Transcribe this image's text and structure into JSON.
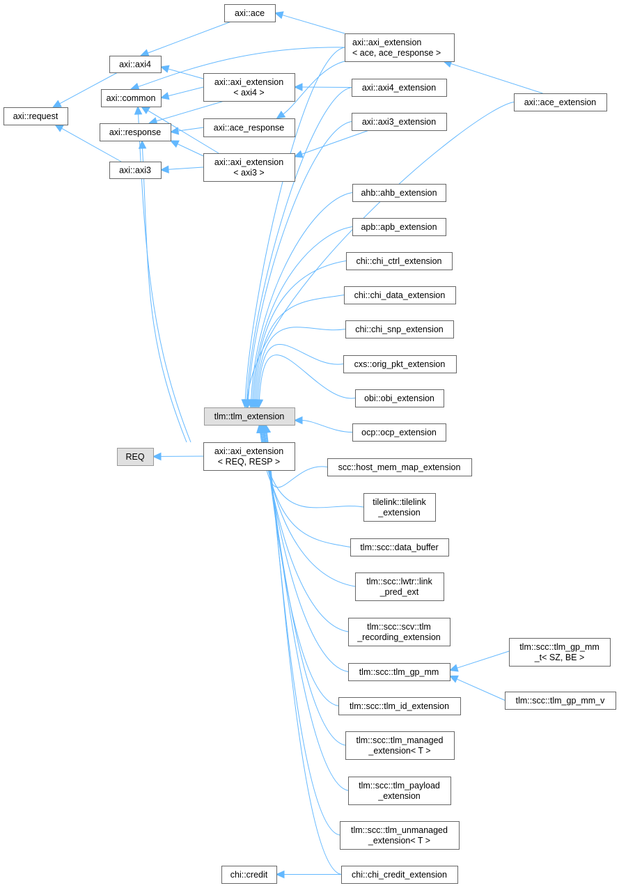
{
  "diagram": {
    "type": "inheritance-graph",
    "edge_color": "#63b8ff",
    "highlight_fill": "#e0e0e0",
    "nodes": [
      {
        "id": "request",
        "lines": [
          "axi::request"
        ],
        "style": "plain"
      },
      {
        "id": "axi4",
        "lines": [
          "axi::axi4"
        ],
        "style": "plain"
      },
      {
        "id": "common",
        "lines": [
          "axi::common"
        ],
        "style": "plain"
      },
      {
        "id": "response",
        "lines": [
          "axi::response"
        ],
        "style": "plain"
      },
      {
        "id": "axi3",
        "lines": [
          "axi::axi3"
        ],
        "style": "plain"
      },
      {
        "id": "ace",
        "lines": [
          "axi::ace"
        ],
        "style": "plain"
      },
      {
        "id": "ext_axi4",
        "lines": [
          "axi::axi_extension",
          "< axi4 >"
        ],
        "style": "plain"
      },
      {
        "id": "ace_response",
        "lines": [
          "axi::ace_response"
        ],
        "style": "plain"
      },
      {
        "id": "ext_axi3",
        "lines": [
          "axi::axi_extension",
          "< axi3 >"
        ],
        "style": "plain"
      },
      {
        "id": "ext_ace",
        "lines": [
          "axi::axi_extension",
          "< ace, ace_response >"
        ],
        "style": "plain"
      },
      {
        "id": "axi4_extension",
        "lines": [
          "axi::axi4_extension"
        ],
        "style": "plain"
      },
      {
        "id": "axi3_extension",
        "lines": [
          "axi::axi3_extension"
        ],
        "style": "plain"
      },
      {
        "id": "ace_extension",
        "lines": [
          "axi::ace_extension"
        ],
        "style": "plain"
      },
      {
        "id": "tlm_extension",
        "lines": [
          "tlm::tlm_extension"
        ],
        "style": "gray"
      },
      {
        "id": "REQ",
        "lines": [
          "REQ"
        ],
        "style": "gray"
      },
      {
        "id": "ext_req_resp",
        "lines": [
          "axi::axi_extension",
          "< REQ, RESP >"
        ],
        "style": "plain"
      },
      {
        "id": "ahb",
        "lines": [
          "ahb::ahb_extension"
        ],
        "style": "plain"
      },
      {
        "id": "apb",
        "lines": [
          "apb::apb_extension"
        ],
        "style": "plain"
      },
      {
        "id": "chi_ctrl",
        "lines": [
          "chi::chi_ctrl_extension"
        ],
        "style": "plain"
      },
      {
        "id": "chi_data",
        "lines": [
          "chi::chi_data_extension"
        ],
        "style": "plain"
      },
      {
        "id": "chi_snp",
        "lines": [
          "chi::chi_snp_extension"
        ],
        "style": "plain"
      },
      {
        "id": "cxs",
        "lines": [
          "cxs::orig_pkt_extension"
        ],
        "style": "plain"
      },
      {
        "id": "obi",
        "lines": [
          "obi::obi_extension"
        ],
        "style": "plain"
      },
      {
        "id": "ocp",
        "lines": [
          "ocp::ocp_extension"
        ],
        "style": "plain"
      },
      {
        "id": "host_mem",
        "lines": [
          "scc::host_mem_map_extension"
        ],
        "style": "plain"
      },
      {
        "id": "tilelink",
        "lines": [
          "tilelink::tilelink",
          "_extension"
        ],
        "style": "plain"
      },
      {
        "id": "data_buffer",
        "lines": [
          "tlm::scc::data_buffer"
        ],
        "style": "plain"
      },
      {
        "id": "link_pred",
        "lines": [
          "tlm::scc::lwtr::link",
          "_pred_ext"
        ],
        "style": "plain"
      },
      {
        "id": "recording",
        "lines": [
          "tlm::scc::scv::tlm",
          "_recording_extension"
        ],
        "style": "plain"
      },
      {
        "id": "gp_mm",
        "lines": [
          "tlm::scc::tlm_gp_mm"
        ],
        "style": "plain"
      },
      {
        "id": "gp_mm_t",
        "lines": [
          "tlm::scc::tlm_gp_mm",
          "_t< SZ, BE >"
        ],
        "style": "plain"
      },
      {
        "id": "gp_mm_v",
        "lines": [
          "tlm::scc::tlm_gp_mm_v"
        ],
        "style": "plain"
      },
      {
        "id": "id_ext",
        "lines": [
          "tlm::scc::tlm_id_extension"
        ],
        "style": "plain"
      },
      {
        "id": "managed",
        "lines": [
          "tlm::scc::tlm_managed",
          "_extension< T >"
        ],
        "style": "plain"
      },
      {
        "id": "payload",
        "lines": [
          "tlm::scc::tlm_payload",
          "_extension"
        ],
        "style": "plain"
      },
      {
        "id": "unmanaged",
        "lines": [
          "tlm::scc::tlm_unmanaged",
          "_extension< T >"
        ],
        "style": "plain"
      },
      {
        "id": "credit",
        "lines": [
          "chi::credit"
        ],
        "style": "plain"
      },
      {
        "id": "chi_credit",
        "lines": [
          "chi::chi_credit_extension"
        ],
        "style": "plain"
      }
    ],
    "edges": [
      {
        "from": "axi4",
        "to": "request"
      },
      {
        "from": "axi3",
        "to": "request"
      },
      {
        "from": "ace",
        "to": "axi4"
      },
      {
        "from": "ext_axi4",
        "to": "axi4"
      },
      {
        "from": "ext_axi4",
        "to": "common"
      },
      {
        "from": "ext_axi4",
        "to": "response"
      },
      {
        "from": "ext_ace",
        "to": "common"
      },
      {
        "from": "ext_ace",
        "to": "ace"
      },
      {
        "from": "ext_ace",
        "to": "ace_response"
      },
      {
        "from": "ace_response",
        "to": "response"
      },
      {
        "from": "ext_axi3",
        "to": "axi3"
      },
      {
        "from": "ext_axi3",
        "to": "common"
      },
      {
        "from": "ext_axi3",
        "to": "response"
      },
      {
        "from": "ext_req_resp",
        "to": "common"
      },
      {
        "from": "ext_req_resp",
        "to": "response"
      },
      {
        "from": "ext_req_resp",
        "to": "REQ"
      },
      {
        "from": "axi4_extension",
        "to": "ext_axi4"
      },
      {
        "from": "axi3_extension",
        "to": "ext_axi3"
      },
      {
        "from": "ace_extension",
        "to": "ext_ace"
      },
      {
        "from": "axi4_extension",
        "to": "tlm_extension"
      },
      {
        "from": "axi3_extension",
        "to": "tlm_extension"
      },
      {
        "from": "ace_extension",
        "to": "tlm_extension"
      },
      {
        "from": "ext_ace",
        "to": "tlm_extension"
      },
      {
        "from": "ahb",
        "to": "tlm_extension"
      },
      {
        "from": "apb",
        "to": "tlm_extension"
      },
      {
        "from": "chi_ctrl",
        "to": "tlm_extension"
      },
      {
        "from": "chi_data",
        "to": "tlm_extension"
      },
      {
        "from": "chi_snp",
        "to": "tlm_extension"
      },
      {
        "from": "cxs",
        "to": "tlm_extension"
      },
      {
        "from": "obi",
        "to": "tlm_extension"
      },
      {
        "from": "ocp",
        "to": "tlm_extension"
      },
      {
        "from": "host_mem",
        "to": "tlm_extension"
      },
      {
        "from": "tilelink",
        "to": "tlm_extension"
      },
      {
        "from": "data_buffer",
        "to": "tlm_extension"
      },
      {
        "from": "link_pred",
        "to": "tlm_extension"
      },
      {
        "from": "recording",
        "to": "tlm_extension"
      },
      {
        "from": "gp_mm",
        "to": "tlm_extension"
      },
      {
        "from": "id_ext",
        "to": "tlm_extension"
      },
      {
        "from": "managed",
        "to": "tlm_extension"
      },
      {
        "from": "payload",
        "to": "tlm_extension"
      },
      {
        "from": "unmanaged",
        "to": "tlm_extension"
      },
      {
        "from": "chi_credit",
        "to": "tlm_extension"
      },
      {
        "from": "gp_mm_t",
        "to": "gp_mm"
      },
      {
        "from": "gp_mm_v",
        "to": "gp_mm"
      },
      {
        "from": "chi_credit",
        "to": "credit"
      }
    ]
  }
}
